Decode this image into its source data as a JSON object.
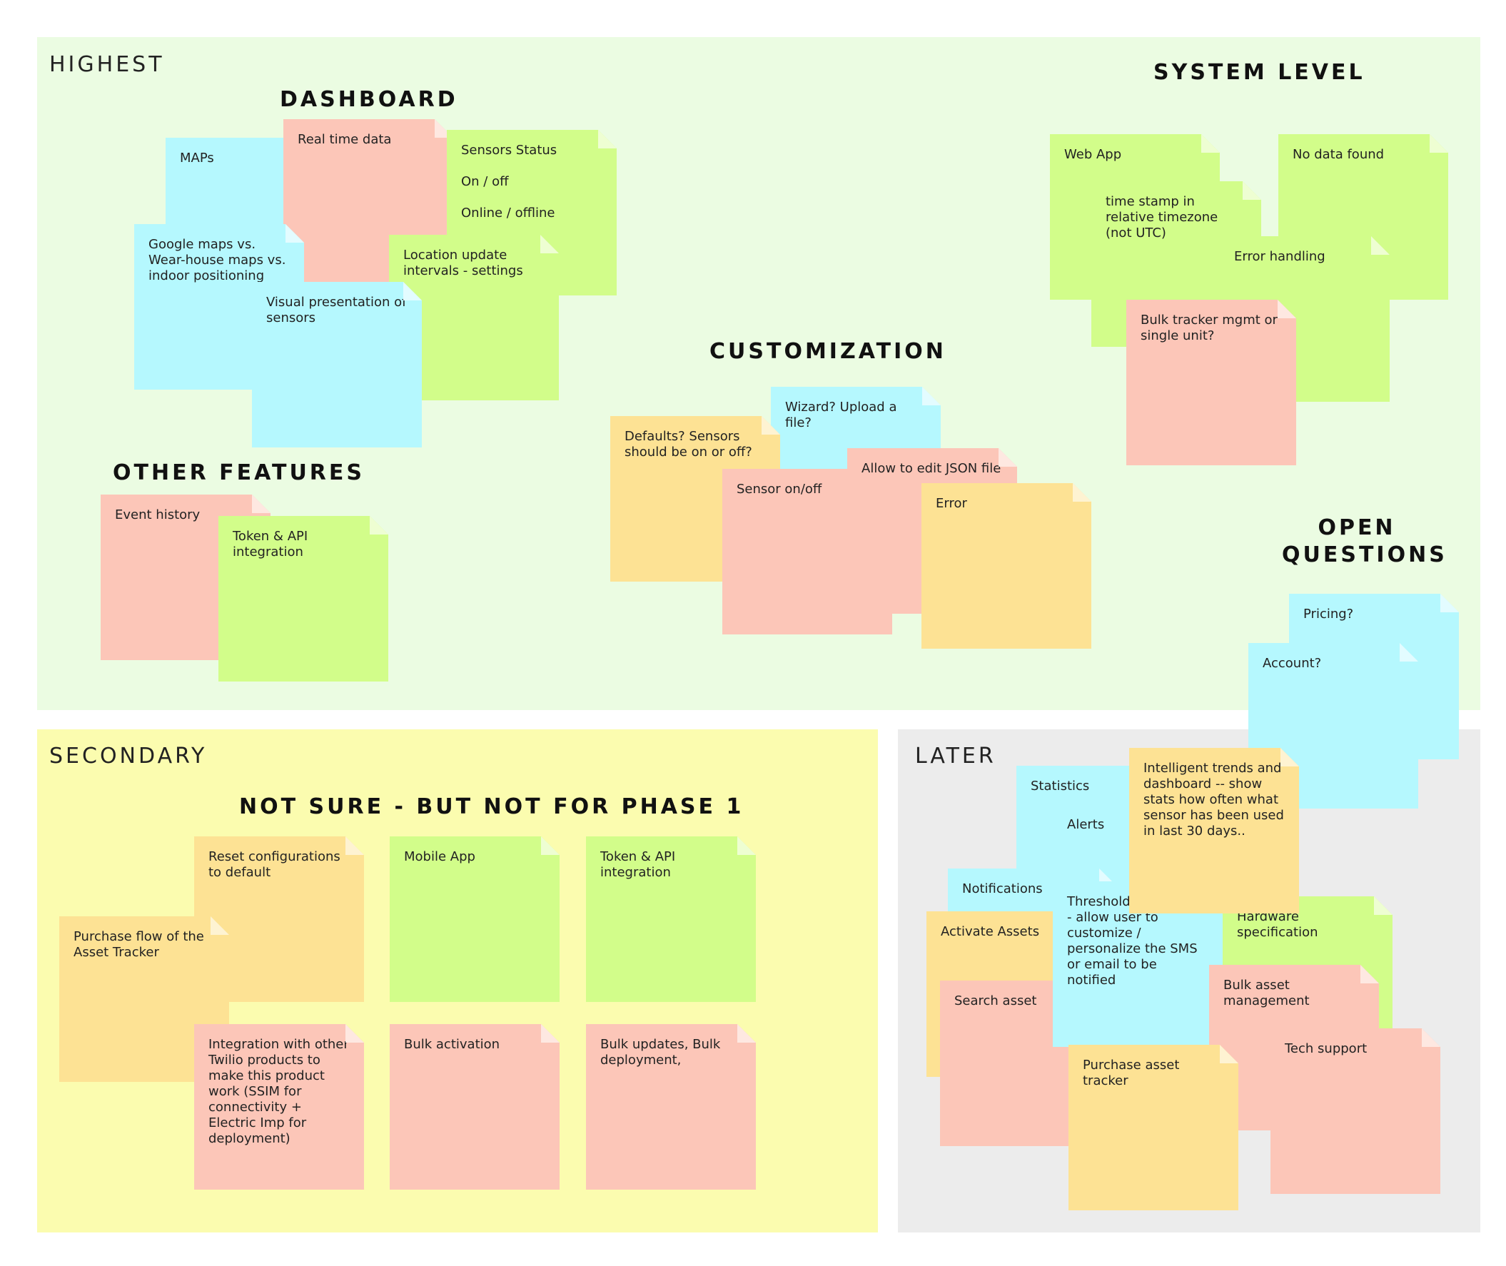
{
  "zones": {
    "highest": "HIGHEST",
    "secondary": "SECONDARY",
    "later": "LATER"
  },
  "groups": {
    "dashboard": "DASHBOARD",
    "system_level": "SYSTEM LEVEL",
    "customization": "CUSTOMIZATION",
    "other_features": "OTHER FEATURES",
    "open_questions_line1": "OPEN",
    "open_questions_line2": "QUESTIONS",
    "not_sure": "NOT SURE - BUT NOT FOR PHASE 1"
  },
  "colors": {
    "highest_bg": "#ebfce2",
    "secondary_bg": "#fbfcaf",
    "later_bg": "#ececec",
    "green": "#d2fd8a",
    "blue": "#b5f8fe",
    "pink": "#fcc6b8",
    "yellow": "#fde294"
  },
  "notes": {
    "maps": "MAPs",
    "real_time_data": "Real time data",
    "sensors_status": "Sensors Status\n\nOn / off\n\nOnline / offline",
    "google_maps": "Google maps vs. Wear-house maps vs. indoor positioning",
    "location_update": "Location update intervals - settings",
    "visual_presentation": "Visual presentation of sensors",
    "event_history": "Event history",
    "token_api_high": "Token & API integration",
    "wizard_upload": "Wizard? Upload a file?",
    "defaults_sensors": "Defaults? Sensors should be on or off?",
    "sensor_onoff": "Sensor on/off",
    "allow_edit_json": "Allow to edit JSON file",
    "error": "Error",
    "web_app": "Web App",
    "no_data_found": "No data found",
    "time_stamp": "time stamp in relative timezone (not UTC)",
    "error_handling": "Error handling",
    "bulk_tracker": "Bulk tracker mgmt or single unit?",
    "pricing": "Pricing?",
    "account": "Account?",
    "reset_config": "Reset configurations to default",
    "mobile_app": "Mobile App",
    "token_api_secondary": "Token & API integration",
    "purchase_flow": "Purchase flow of the Asset Tracker",
    "integration_twilio": "Integration with other Twilio products to make this product work (SSIM for connectivity + Electric Imp for deployment)",
    "bulk_activation": "Bulk activation",
    "bulk_updates": "Bulk updates, Bulk deployment,",
    "statistics": "Statistics",
    "alerts": "Alerts",
    "intelligent_trends": "Intelligent trends and dashboard -- show stats how often what sensor has been used in last 30 days..",
    "notifications": "Notifications",
    "activate_assets": "Activate Assets",
    "threshold_notification": "Threshold Notification - allow user to customize / personalize the SMS or email to be notified",
    "hardware_spec": "Hardware specification",
    "search_asset": "Search asset",
    "bulk_asset_mgmt": "Bulk asset management",
    "purchase_asset_tracker": "Purchase asset tracker",
    "tech_support": "Tech support"
  }
}
